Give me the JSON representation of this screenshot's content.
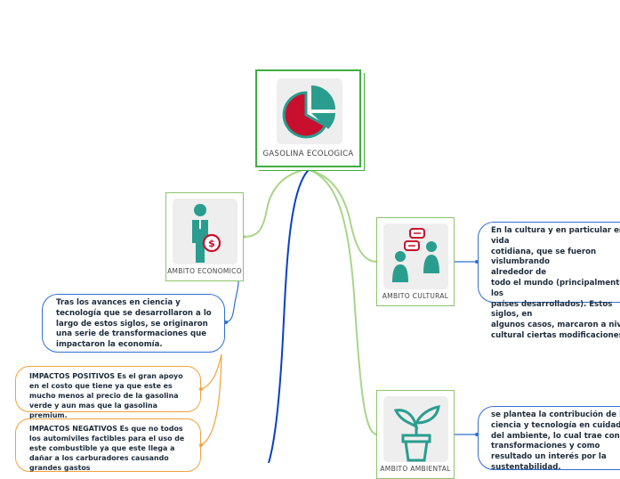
{
  "main": {
    "title": "GASOLINA ECOLOGICA",
    "icon": "pie-chart-icon"
  },
  "branches": {
    "economico": {
      "label": "AMBITO ECONOMICO",
      "icon": "person-money-icon",
      "text": "Tras los avances en ciencia y tecnología que se desarrollaron a lo largo de estos siglos, se originaron una serie de transformaciones que impactaron la economía.",
      "impactos_positivos": "IMPACTOS POSITIVOS Es el gran apoyo en el costo que tiene ya que este es mucho menos al precio de la gasolina verde y aun mas que la gasolina premium.",
      "impactos_negativos": "IMPACTOS NEGATIVOS Es que no todos los automiviles factibles para el uso de este combustible ya que este llega a dañar a los carburadores causando grandes gastos"
    },
    "cultural": {
      "label": "AMBITO CULTURAL",
      "icon": "people-talking-icon",
      "text": "En la cultura y en particular en la vida cotidiana, que se fueron vislumbrando alrededor de todo el mundo (principalmente en los países desarrollados). Estos siglos, en algunos casos, marcaron a nivel cultural ciertas modificaciones"
    },
    "ambiental": {
      "label": "AMBITO AMBIENTAL",
      "icon": "plant-pot-icon",
      "text": "se plantea la contribución de la ciencia y tecnología en cuidado del ambiente, lo cual trae consigo transformaciones y como resultado un interés por la sustentabilidad."
    }
  },
  "colors": {
    "green": "#3fae3f",
    "light_green": "#8fc36b",
    "blue": "#2f6fd6",
    "dark_blue": "#0b3fc4",
    "orange": "#f2a23b",
    "teal": "#2a9d8f",
    "red": "#c8102e"
  }
}
